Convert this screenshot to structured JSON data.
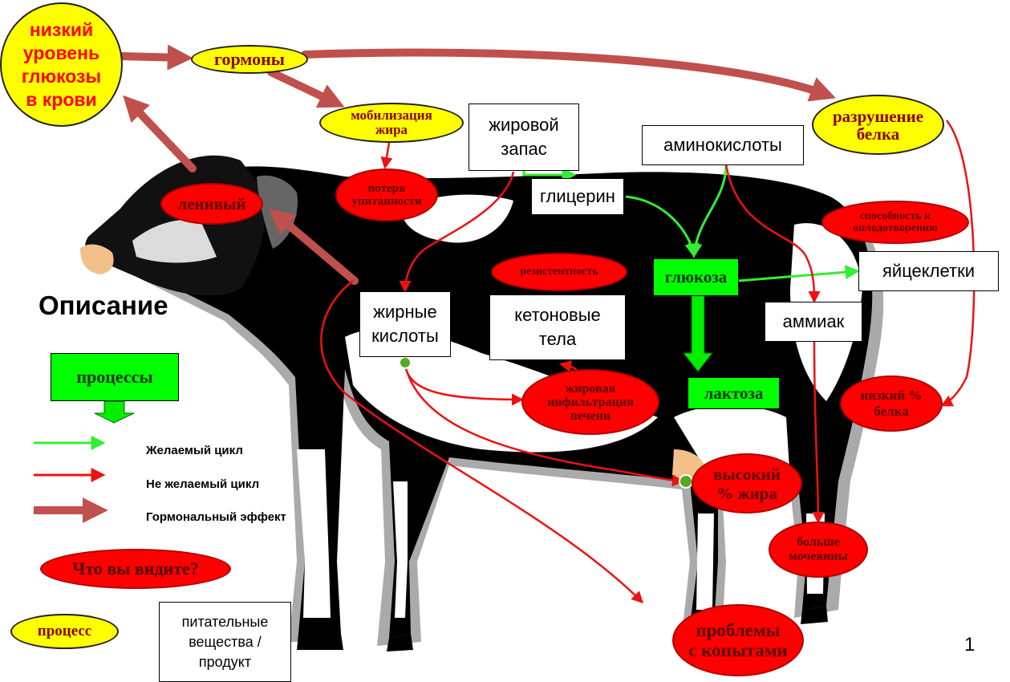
{
  "nodes": {
    "low_glucose": "низкий\nуровень\nглюкозы\nв крови",
    "hormones": "гормоны",
    "fat_mobilization": "мобилизация\nжира",
    "fat_reserve": "жировой\nзапас",
    "amino_acids": "аминокислоты",
    "protein_breakdown": "разрушение\nбелка",
    "lazy": "ленивый",
    "condition_loss": "потеря\nупитанности",
    "glycerol": "глицерин",
    "fertility": "способность к\nоплодотворению",
    "glucose": "глюкоза",
    "eggs": "яйцеклетки",
    "resistance": "резистентность",
    "fatty_acids": "жирные\nкислоты",
    "ketones": "кетоновые\nтела",
    "ammonia": "аммиак",
    "fatty_liver": "жировая\nинфильтрация\nпечени",
    "lactose": "лактоза",
    "low_protein": "низкий %\nбелка",
    "high_fat": "высокий\n% жира",
    "more_urea": "больше\nмочевины",
    "hoof_problems": "проблемы\nс копытами"
  },
  "legend": {
    "title": "Описание",
    "processes": "процессы",
    "desired_cycle": "Желаемый цикл",
    "undesired_cycle": "Не желаемый цикл",
    "hormonal_effect": "Гормональный эффект",
    "what_you_see": "Что вы видите?",
    "process": "процесс",
    "nutrients_product": "питательные\nвещества /\nпродукт"
  },
  "page_number": "1",
  "colors": {
    "desired": "#33ee33",
    "undesired": "#ee1111",
    "hormonal": "#c0504d",
    "process_fill": "#ffff00",
    "observation_fill": "#ff0000",
    "nutrient_fill": "#00ff00"
  }
}
